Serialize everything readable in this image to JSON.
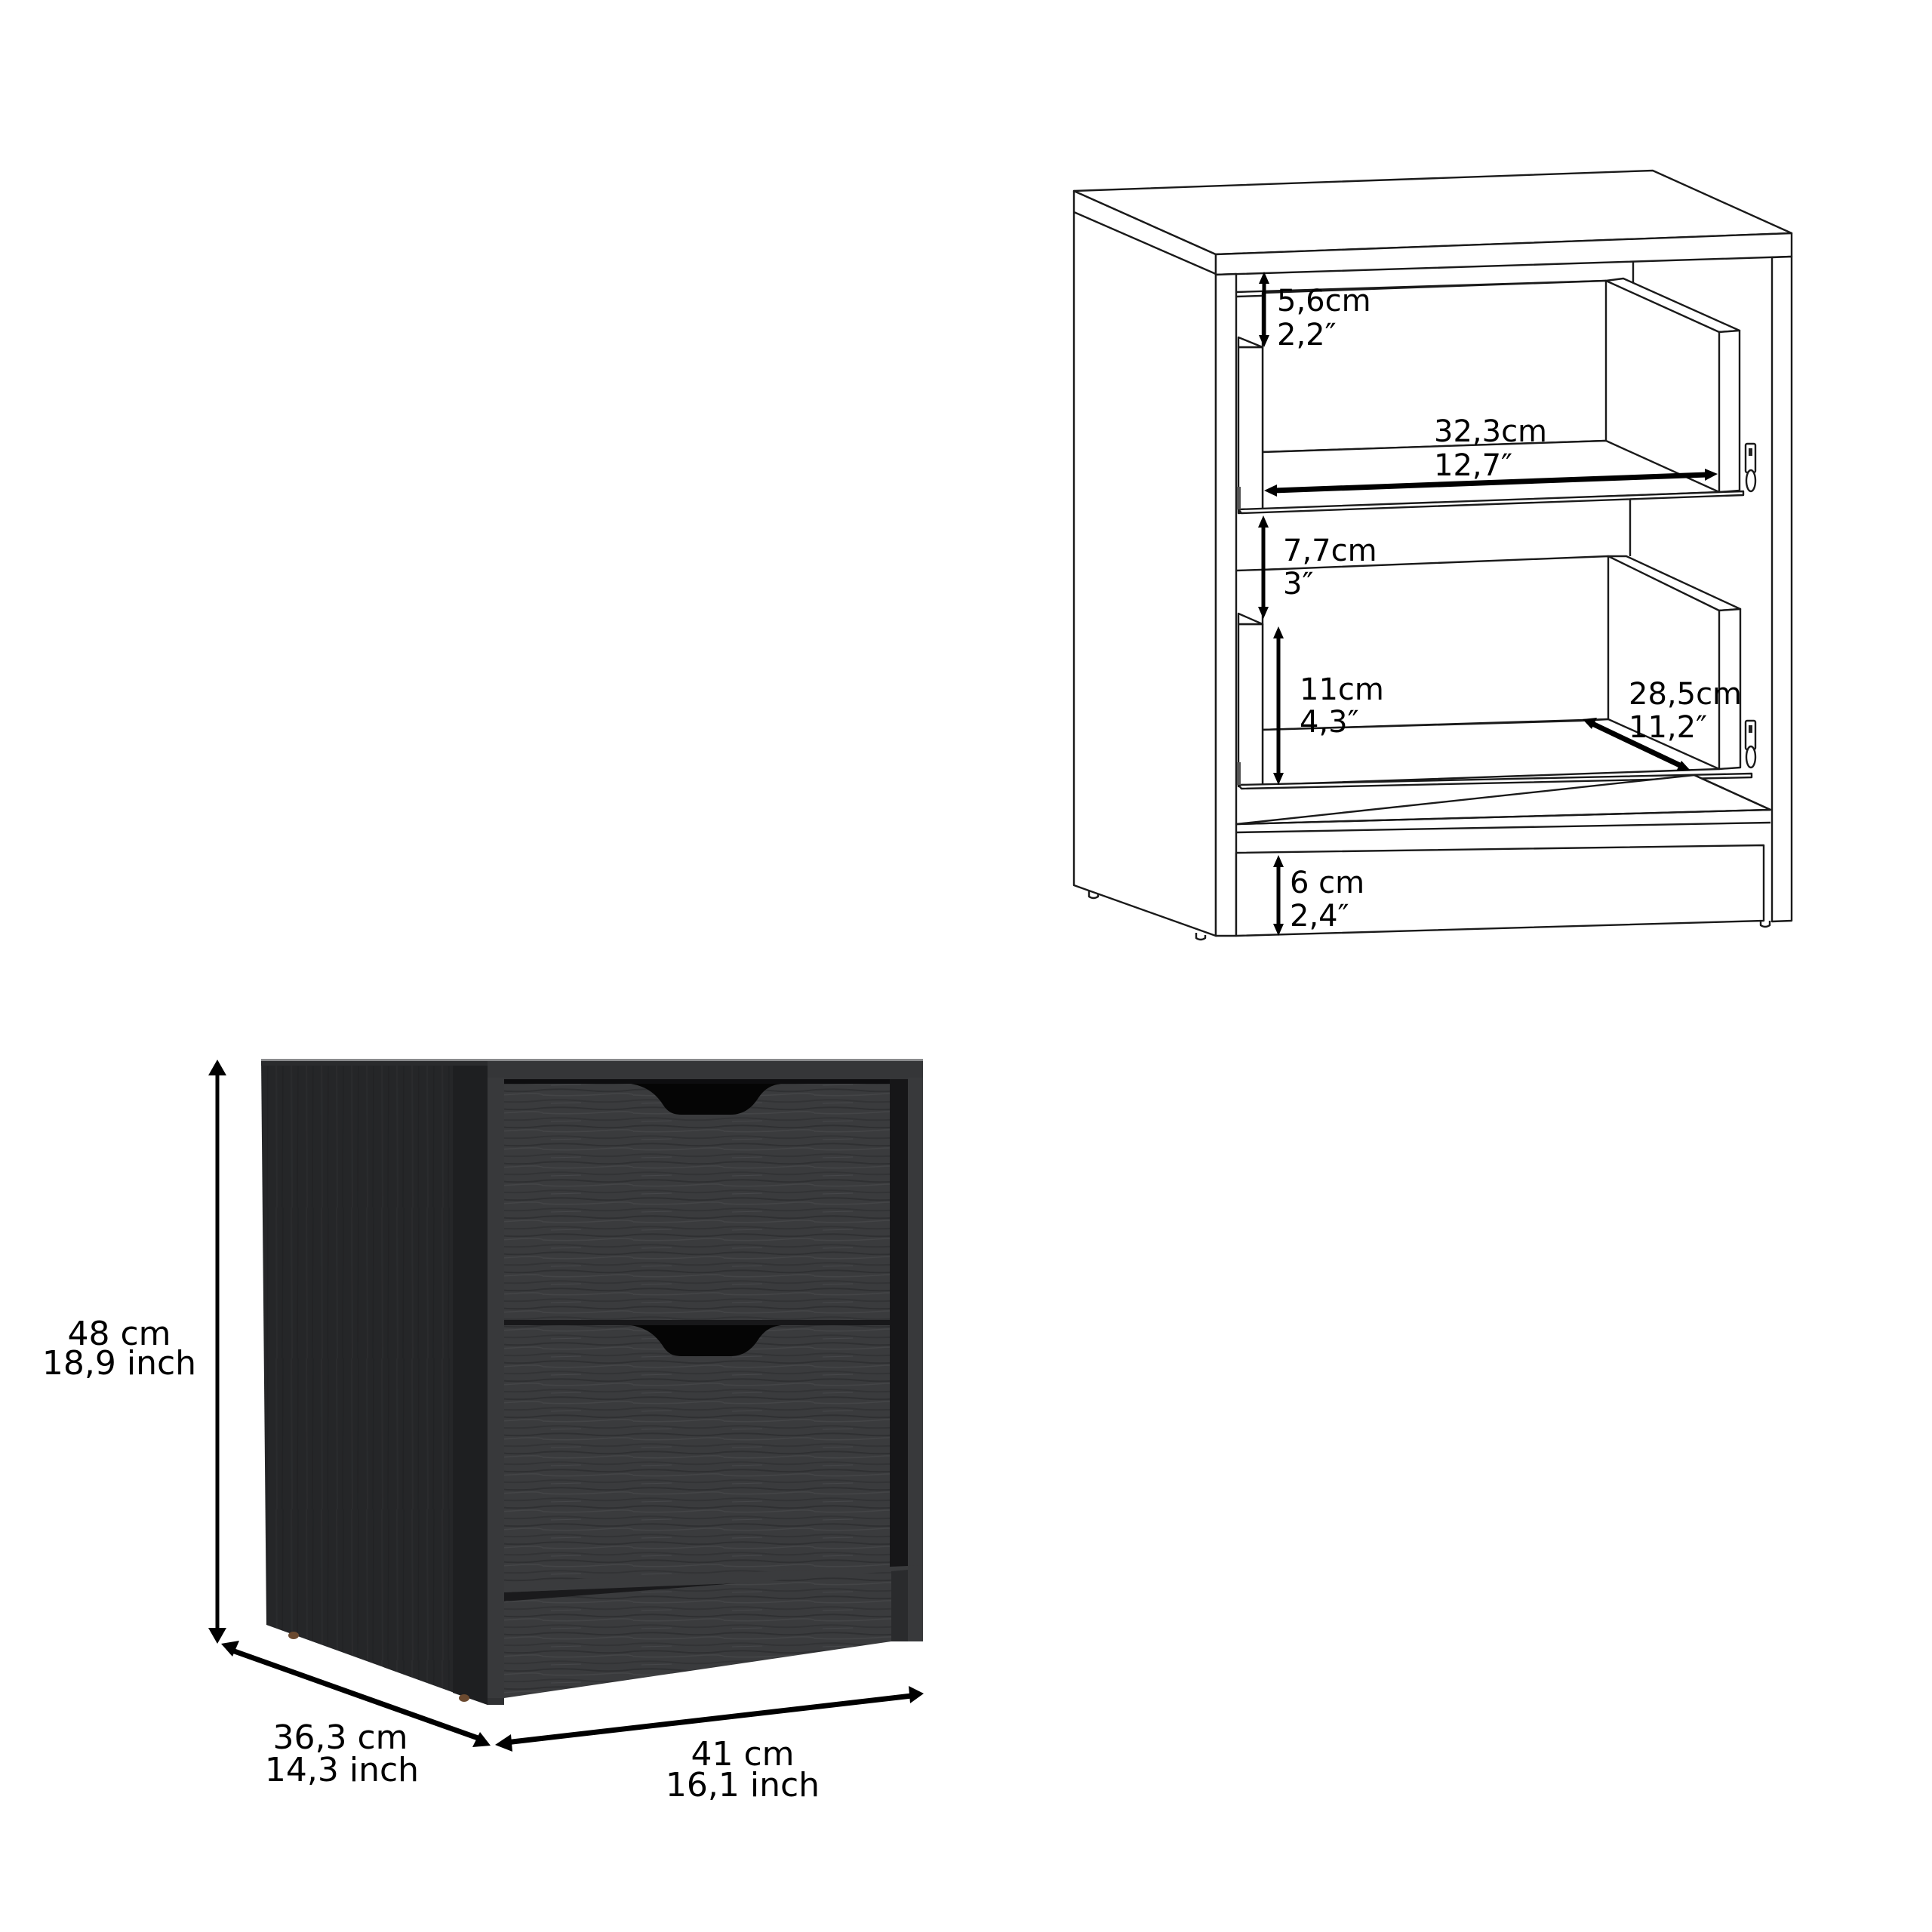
{
  "image": {
    "description": "Product dimension sheet for a two-drawer nightstand",
    "colors": {
      "background": "#ffffff",
      "cabinet_side": "#252628",
      "cabinet_frame": "#38393b",
      "cabinet_drawer": "#3a3b3d",
      "cabinet_shadow": "#141416",
      "line_art": "#1a1a1a",
      "dimension_text": "#000000"
    }
  },
  "line_drawing": {
    "title": "interior dimensions",
    "labels": {
      "top_gap": {
        "cm": "5,6cm",
        "inch": "2,2″"
      },
      "drawer_width": {
        "cm": "32,3cm",
        "inch": "12,7″"
      },
      "between_drawers": {
        "cm": "7,7cm",
        "inch": "3″"
      },
      "drawer_height": {
        "cm": "11cm",
        "inch": "4,3″"
      },
      "drawer_depth": {
        "cm": "28,5cm",
        "inch": "11,2″"
      },
      "plinth_height": {
        "cm": "6 cm",
        "inch": "2,4″"
      }
    }
  },
  "product_render": {
    "title": "exterior dimensions",
    "labels": {
      "height": {
        "cm": "48 cm",
        "inch": "18,9 inch"
      },
      "depth": {
        "cm": "36,3 cm",
        "inch": "14,3 inch"
      },
      "width": {
        "cm": "41 cm",
        "inch": "16,1 inch"
      }
    }
  }
}
